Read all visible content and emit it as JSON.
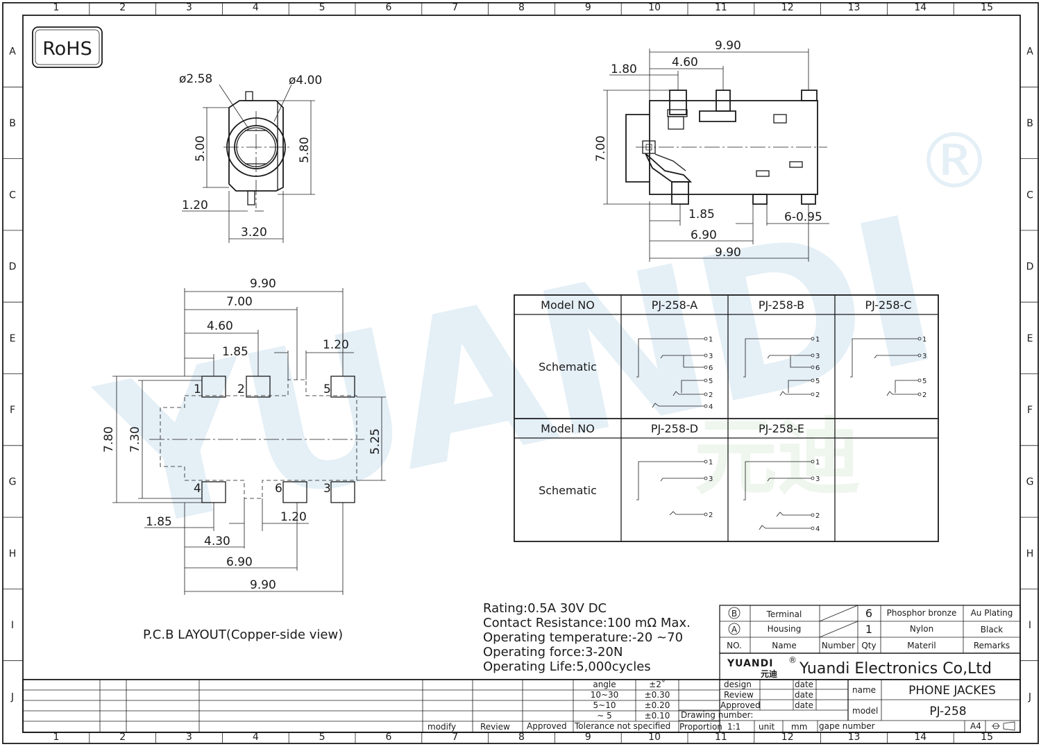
{
  "border": {
    "columns": [
      "1",
      "2",
      "3",
      "4",
      "5",
      "6",
      "7",
      "8",
      "9",
      "10",
      "11",
      "12",
      "13",
      "14",
      "15"
    ],
    "rows": [
      "A",
      "B",
      "C",
      "D",
      "E",
      "F",
      "G",
      "H",
      "I",
      "J"
    ]
  },
  "rohs": "RoHS",
  "watermark": {
    "text": "YUANDI",
    "registered": "®",
    "cn": "元迪"
  },
  "front_view": {
    "dims": {
      "d_small": "ø2.58",
      "d_large": "ø4.00",
      "h_inner": "5.00",
      "h_outer": "5.80",
      "w_tab": "1.20",
      "w_body": "3.20"
    }
  },
  "side_view": {
    "dims": {
      "top_total": "9.90",
      "top_mid": "4.60",
      "top_left": "1.80",
      "height": "7.00",
      "bot_a": "1.85",
      "pins": "6-0.95",
      "bot_b": "6.90",
      "bot_total": "9.90"
    }
  },
  "pcb": {
    "dims": {
      "top_total": "9.90",
      "top_b": "7.00",
      "top_c": "4.60",
      "top_d": "1.85",
      "top_e": "1.20",
      "h_outer": "7.80",
      "h_inner": "7.30",
      "h_right": "5.25",
      "bot_a": "1.85",
      "bot_b": "1.20",
      "bot_c": "4.30",
      "bot_d": "6.90",
      "bot_e": "9.90"
    },
    "pad_numbers": [
      "1",
      "2",
      "5",
      "4",
      "6",
      "3"
    ],
    "caption": "P.C.B  LAYOUT(Copper-side  view)"
  },
  "schematic_table": {
    "model_label": "Model  NO",
    "schematic_label": "Schematic",
    "models_row1": [
      "PJ-258-A",
      "PJ-258-B",
      "PJ-258-C"
    ],
    "models_row2": [
      "PJ-258-D",
      "PJ-258-E"
    ],
    "pins": [
      "1",
      "2",
      "3",
      "4",
      "5",
      "6"
    ]
  },
  "specs": [
    "Rating:0.5A  30V  DC",
    "Contact  Resistance:100  mΩ  Max.",
    "Operating  temperature:-20  ~70",
    "Operating  force:3-20N",
    "Operating  Life:5,000cycles"
  ],
  "parts": {
    "rows": [
      {
        "no": "B",
        "name": "Terminal",
        "qty": "6",
        "material": "Phosphor bronze",
        "remarks": "Au Plating"
      },
      {
        "no": "A",
        "name": "Housing",
        "qty": "1",
        "material": "Nylon",
        "remarks": "Black"
      }
    ],
    "headers": {
      "no": "NO.",
      "name": "Name",
      "number": "Number",
      "qty": "Qty",
      "material": "Materil",
      "remarks": "Remarks"
    }
  },
  "company": {
    "logo": "YUANDI",
    "logo_reg": "®",
    "logo_cn": "元迪",
    "name": "Yuandi Electronics Co,Ltd"
  },
  "title_block": {
    "tolerance": [
      {
        "range": "angle",
        "value": "±2˚"
      },
      {
        "range": "10~30",
        "value": "±0.30"
      },
      {
        "range": "5~10",
        "value": "±0.20"
      },
      {
        "range": "~ 5",
        "value": "±0.10"
      }
    ],
    "tolerance_label": "Tolerance  not  specified",
    "modify": "modify",
    "review": "Review",
    "approved": "Approved",
    "sign_labels": [
      "design",
      "Review",
      "Approved"
    ],
    "date": "date",
    "drawing_number": "Drawing number:",
    "proportion": "Proportion",
    "scale": "1:1",
    "unit": "unit",
    "unit_value": "mm",
    "gape_number": "gape number",
    "sheet": "A4",
    "name_label": "name",
    "name_value": "PHONE  JACKES",
    "model_label": "model",
    "model_value": "PJ-258"
  }
}
